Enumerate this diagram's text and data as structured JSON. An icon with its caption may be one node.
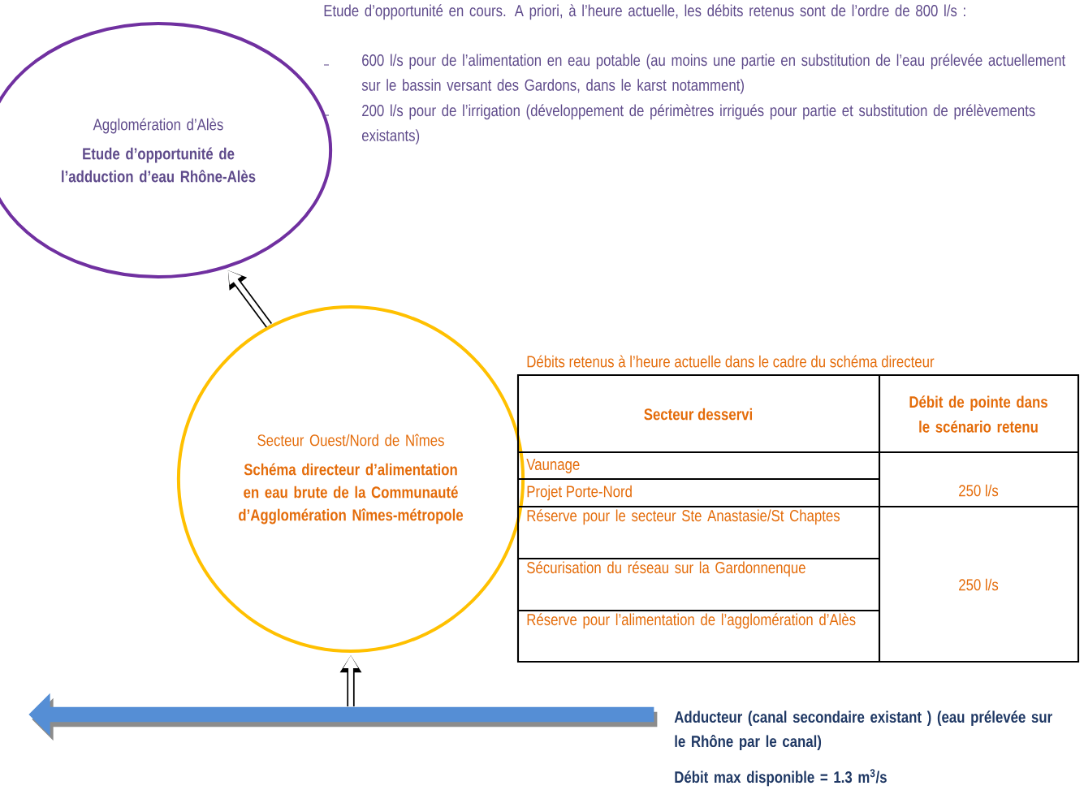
{
  "diagram": {
    "nodes": [
      {
        "text": [
          "Agglomération d’Alès",
          "Etude d’opportunité de l’adduction d’eau Rhône-Alès"
        ]
      },
      {
        "text": [
          "Secteur Ouest/Nord de Nîmes",
          "Schéma directeur d’alimentation en eau brute de la Communauté d’Agglomération Nîmes-métropole"
        ]
      },
      {
        "text": [],
        "shape": "bar",
        "beside": [
          "Adducteur (canal secondaire existant ) (eau prélevée sur le Rhône par le canal)",
          "Débit max disponible = 1.3  m$^{3}$/s"
        ]
      }
    ],
    "edges": [
      {
        "from": 2,
        "to": 1,
        "arrow": "to"
      },
      {
        "from": 1,
        "to": 0,
        "arrow": "to"
      }
    ],
    "labels": [
      "Etude d’opportunité en cours. A priori, à l’heure actuelle, les débits retenus sont de l’ordre de 800 l/s :",
      "600 l/s pour de l’alimentation en eau potable (au moins une partie en substitution de l’eau prélevée actuellement sur le bassin versant des Gardons, dans le karst notamment)",
      "200 l/s pour de l’irrigation (développement de périmètres irrigués pour partie et substitution de prélèvements existants)",
      "Débits retenus à l’heure actuelle dans le cadre du schéma directeur",
      "Secteur desservi",
      "Débit de pointe dans le scénario retenu",
      "Vaunage",
      "250 l/s",
      "Projet Porte-Nord",
      "Réserve pour le secteur Ste Anastasie/St Chaptes",
      "250 l/s",
      "Sécurisation du réseau sur la Gardonnenque",
      "Réserve pour l’alimentation de l’agglomération d’Alès"
    ]
  }
}
